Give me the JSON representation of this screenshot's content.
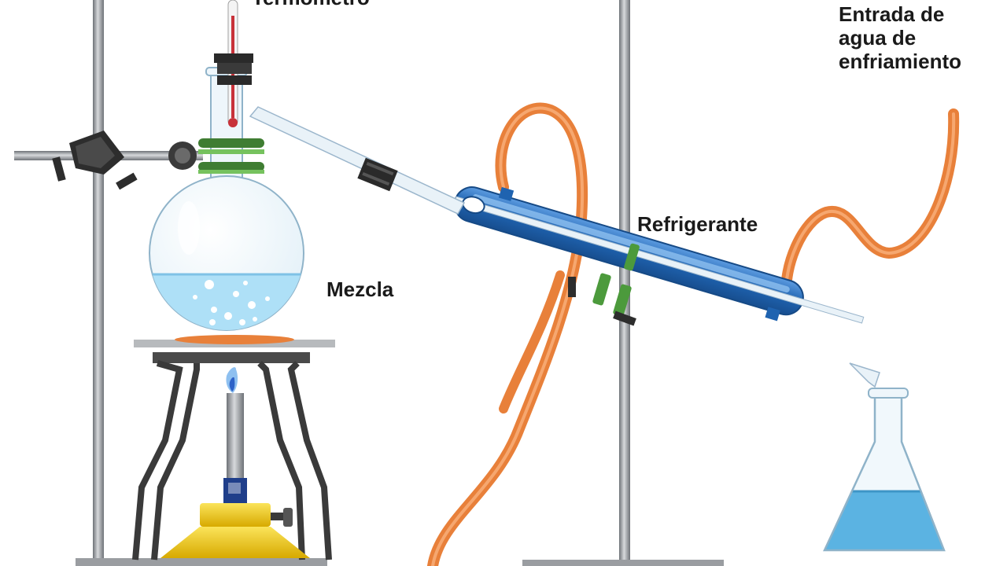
{
  "labels": {
    "thermometer": "Termómetro",
    "mixture": "Mezcla",
    "condenser": "Refrigerante",
    "water_inlet": [
      "Entrada de",
      "agua de",
      "enfriamiento"
    ]
  },
  "colors": {
    "hose": "#e8803a",
    "liquid": "#aee0f7",
    "condenser": "#1f63b0",
    "burner": "#f4d018",
    "stand": "#8a8d91"
  }
}
